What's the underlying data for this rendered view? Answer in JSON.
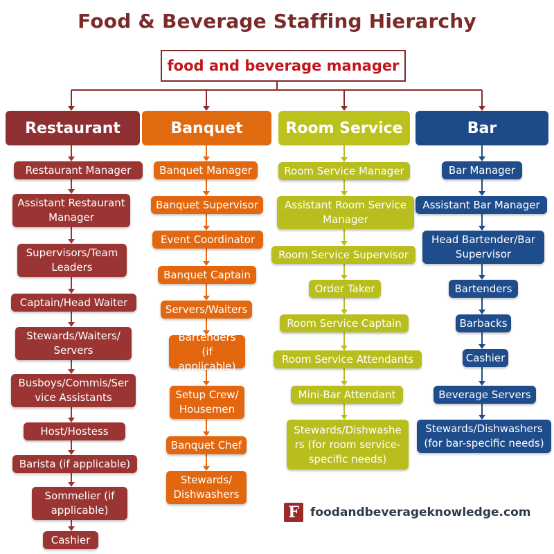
{
  "title": "Food & Beverage Staffing Hierarchy",
  "manager": "food and beverage manager",
  "columns": [
    {
      "name": "Restaurant",
      "head_color": "#8e2f31",
      "node_color": "#9a3533",
      "roles": [
        "Restaurant Manager",
        "Assistant Restaurant Manager",
        "Supervisors/Team Leaders",
        "Captain/Head Waiter",
        "Stewards/Waiters/ Servers",
        "Busboys/Commis/Ser vice Assistants",
        "Host/Hostess",
        "Barista (if applicable)",
        "Sommelier (if applicable)",
        "Cashier"
      ]
    },
    {
      "name": "Banquet",
      "head_color": "#e06a10",
      "node_color": "#e2670f",
      "roles": [
        "Banquet Manager",
        "Banquet Supervisor",
        "Event Coordinator",
        "Banquet Captain",
        "Servers/Waiters",
        "Bartenders (if applicable)",
        "Setup Crew/ Housemen",
        "Banquet Chef",
        "Stewards/ Dishwashers"
      ]
    },
    {
      "name": "Room Service",
      "head_color": "#bcc21d",
      "node_color": "#b8be1e",
      "roles": [
        "Room Service Manager",
        "Assistant Room Service Manager",
        "Room Service Supervisor",
        "Order Taker",
        "Room Service Captain",
        "Room Service Attendants",
        "Mini-Bar Attendant",
        "Stewards/Dishwashe rs (for room service-specific needs)"
      ]
    },
    {
      "name": "Bar",
      "head_color": "#1e4a8a",
      "node_color": "#1f4d8c",
      "roles": [
        "Bar Manager",
        "Assistant Bar Manager",
        "Head Bartender/Bar Supervisor",
        "Bartenders",
        "Barbacks",
        "Cashier",
        "Beverage Servers",
        "Stewards/Dishwashers (for bar-specific needs)"
      ]
    }
  ],
  "footer": {
    "logo_letter": "F",
    "website": "foodandbeverageknowledge.com"
  }
}
